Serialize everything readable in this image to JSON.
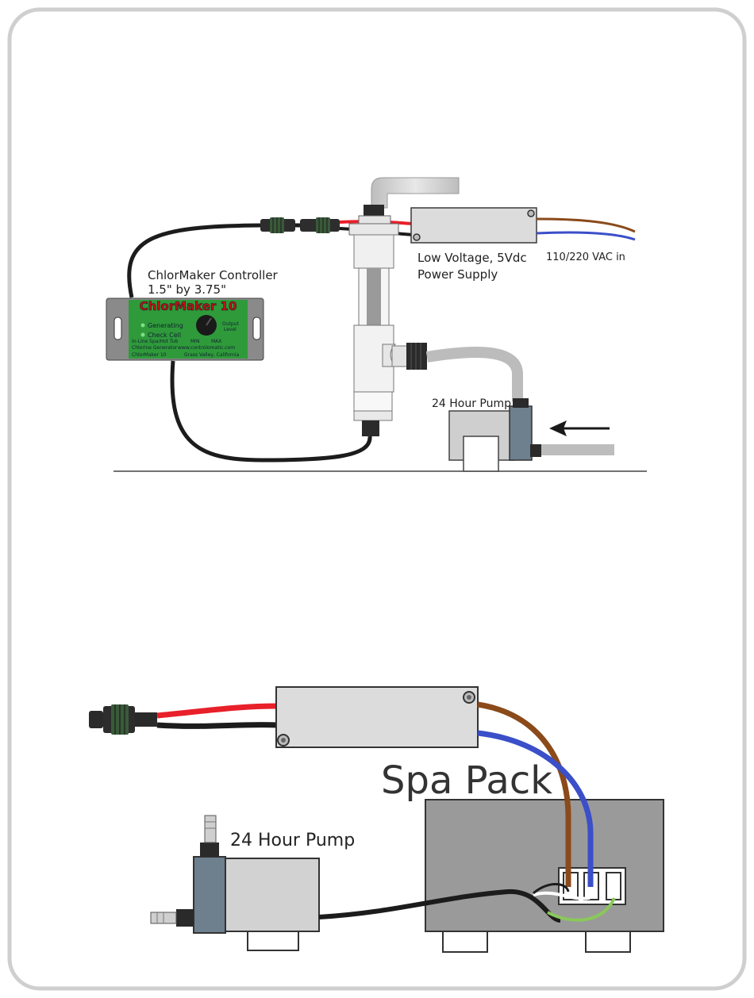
{
  "top_diagram": {
    "controller_label_line1": "ChlorMaker Controller",
    "controller_label_line2": "1.5\" by 3.75\"",
    "controller_brand": "ChlorMaker 10",
    "indicator_generating": "Generating",
    "indicator_check_cell": "Check Cell",
    "dial_min": "MIN",
    "dial_max": "MAX",
    "output_level_line1": "Output",
    "output_level_line2": "Level",
    "footer_left_line1": "In-Line Spa/Hot Tub",
    "footer_left_line2": "Chlorine Generator",
    "footer_left_line3": "ChlorMaker 10",
    "footer_right_line1": "www.controlomatic.com",
    "footer_right_line2": "Grass Valley, California",
    "power_supply_line1": "Low Voltage, 5Vdc",
    "power_supply_line2": "Power Supply",
    "ac_in_label": "110/220 VAC in",
    "pump_label": "24 Hour Pump"
  },
  "bottom_diagram": {
    "spa_pack_label": "Spa Pack",
    "pump_label": "24 Hour Pump"
  },
  "colors": {
    "frame": "#cfcfcf",
    "controller_green": "#2f9a3a",
    "wire_red": "#e8202a",
    "wire_brown": "#8a4a1a",
    "wire_blue": "#3a4fc8",
    "wire_green": "#8ac85a",
    "pump_blue": "#6e7f8e"
  }
}
